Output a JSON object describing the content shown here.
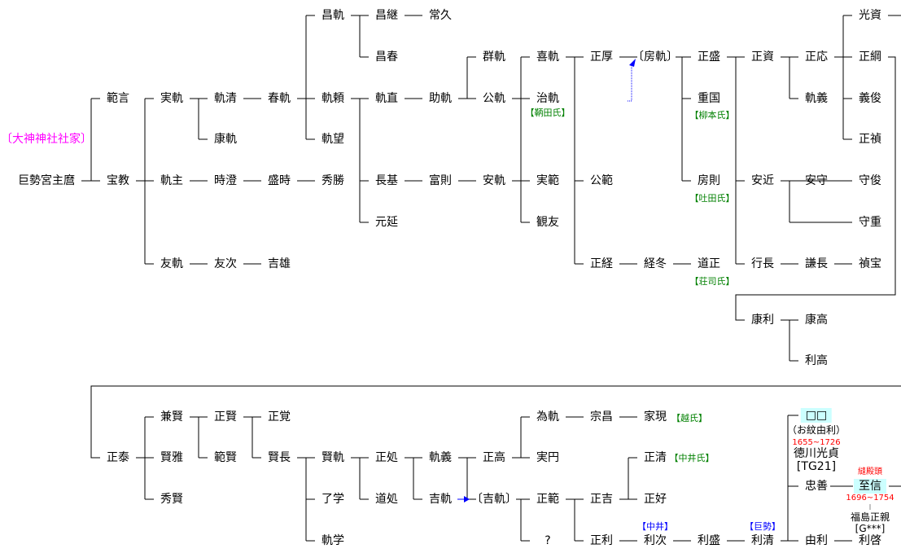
{
  "title_label": "〔大神神社社家〕",
  "nodes": {
    "root": "巨勢宮主麿",
    "hangen": "範言",
    "houkyo": "宝教",
    "jitsuki": "実軌",
    "norikiyo": "軌清",
    "kouki": "康軌",
    "shunki": "春軌",
    "shouki": "昌軌",
    "shoukei": "昌継",
    "jokyu": "常久",
    "shoushun": "昌春",
    "norayori": "軌頼",
    "norinao": "軌直",
    "joki": "助軌",
    "noribou": "軌望",
    "gunki": "群軌",
    "kouki2": "公軌",
    "kiki": "喜軌",
    "jiki": "治軌",
    "masaatsu": "正厚",
    "fusanori": "〔房軌〕",
    "masamori": "正盛",
    "shigekuni": "重国",
    "masasuke": "正資",
    "masanori_o": "正応",
    "noriyoshi": "軌義",
    "mitsusuke": "光資",
    "masatsuna": "正綱",
    "yoshitoshi": "義俊",
    "masasada": "正禎",
    "norinushi": "軌主",
    "tokizumi": "時澄",
    "morito": "盛時",
    "hidekatsu": "秀勝",
    "nagamoto": "長基",
    "motonobu": "元延",
    "tominori": "富則",
    "yasuki": "安軌",
    "sanehan": "実範",
    "kanyu": "観友",
    "kouhan": "公範",
    "fusanori2": "房則",
    "yasuchika": "安近",
    "yasumori": "安守",
    "moritoshi": "守俊",
    "morishige": "守重",
    "tomoki": "友軌",
    "tomotsugu": "友次",
    "yoshio": "吉雄",
    "masatsune": "正経",
    "tsunefuyu": "経冬",
    "michimasa": "道正",
    "yukinaga": "行長",
    "kennaga": "謙長",
    "teihou": "禎宝",
    "yasutoshi": "康利",
    "yasutaka": "康高",
    "toshitaka": "利高",
    "masayasu": "正泰",
    "kenken": "兼賢",
    "kenga": "賢雅",
    "shuuken": "秀賢",
    "masakata": "正賢",
    "hanken": "範賢",
    "masasato": "正覚",
    "kennaga2": "賢長",
    "kenki": "賢軌",
    "ryougaku": "了学",
    "kigaku": "軌学",
    "masasho": "正処",
    "dousho": "道処",
    "noriyoshi2": "軌義",
    "yoshiki": "吉軌",
    "masataka": "正高",
    "yoshiki2": "〔吉軌〕",
    "tameki": "為軌",
    "jitsuen": "実円",
    "soushou": "宗昌",
    "iemi": "家現",
    "masahan": "正範",
    "unknown": "?",
    "masayoshi": "正吉",
    "masakiyo": "正清",
    "masayoshi2": "正好",
    "masatoshi": "正利",
    "toshitsugu": "利次",
    "toshimori": "利盛",
    "toshikiyo": "利清",
    "blank": "□□",
    "omon": "（お紋由利）",
    "tadayoshi": "忠善",
    "yuri": "由利",
    "yukinobu": "至信",
    "toshihiro": "利啓"
  },
  "clans": {
    "tomoda": "【鞆田氏】",
    "yanagimoto": "【柳本氏】",
    "hada": "【吐田氏】",
    "shouji": "【荘司氏】",
    "koshi": "【越氏】",
    "nakai_shi": "【中井氏】",
    "nakai": "【中井】",
    "kose": "【巨勢】"
  },
  "notes": {
    "omon_years": "1655~1726",
    "mitsusada": "徳川光貞",
    "tg21": "[TG21]",
    "nuidono": "縫殿頭",
    "yukinobu_years": "1696~1754",
    "fukushima": "福島正親",
    "gcode": "[G***]"
  }
}
